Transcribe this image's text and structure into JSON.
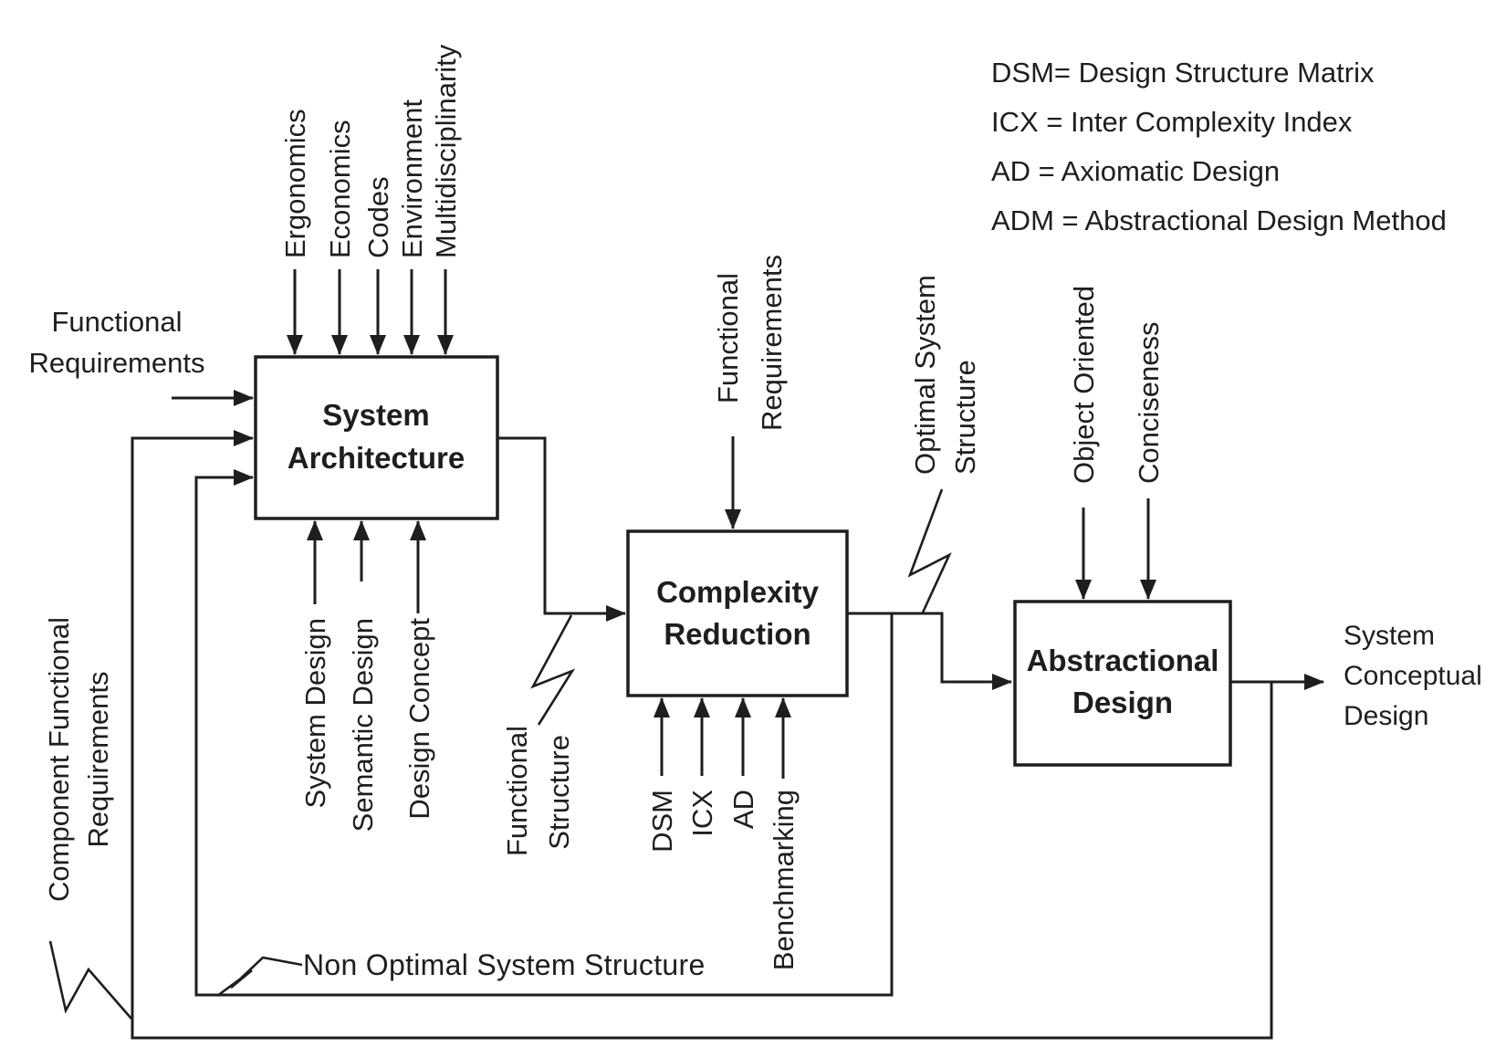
{
  "legend": {
    "lines": [
      "DSM= Design Structure Matrix",
      "ICX = Inter Complexity Index",
      "AD = Axiomatic Design",
      "ADM = Abstractional Design Method"
    ]
  },
  "boxes": {
    "system_architecture": {
      "line1": "System",
      "line2": "Architecture"
    },
    "complexity_reduction": {
      "line1": "Complexity",
      "line2": "Reduction"
    },
    "abstractional_design": {
      "line1": "Abstractional",
      "line2": "Design"
    }
  },
  "sa_top_inputs": [
    "Ergonomics",
    "Economics",
    "Codes",
    "Environment",
    "Multidisciplinarity"
  ],
  "sa_bottom_inputs": [
    "System Design",
    "Semantic Design",
    "Design Concept"
  ],
  "sa_left_input": {
    "line1": "Functional",
    "line2": "Requirements"
  },
  "cr_top_input": {
    "line1": "Functional",
    "line2": "Requirements"
  },
  "cr_bottom_inputs": [
    "DSM",
    "ICX",
    "AD",
    "Benchmarking"
  ],
  "ad_top_inputs": [
    "Object Oriented",
    "Conciseness"
  ],
  "flow_labels": {
    "functional_structure": {
      "line1": "Functional",
      "line2": "Structure"
    },
    "optimal_system_structure": {
      "line1": "Optimal System",
      "line2": "Structure"
    },
    "non_optimal_system_structure": "Non Optimal System Structure",
    "component_functional_requirements": {
      "line1": "Component Functional",
      "line2": "Requirements"
    },
    "output": {
      "line1": "System",
      "line2": "Conceptual",
      "line3": "Design"
    }
  },
  "colors": {
    "ink": "#1e1e1e",
    "background": "#ffffff"
  }
}
